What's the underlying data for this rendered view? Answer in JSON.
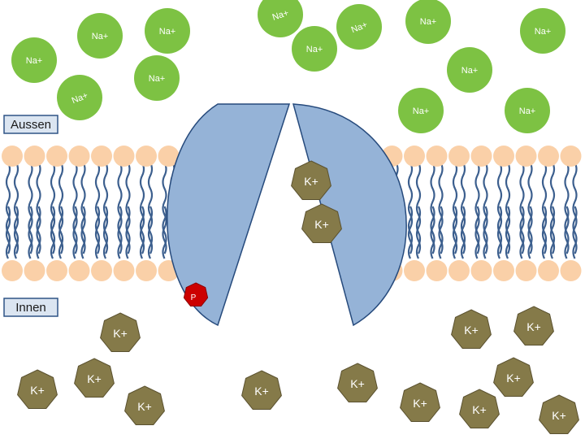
{
  "labels": {
    "outside": "Aussen",
    "inside": "Innen",
    "sodium": "Na+",
    "potassium": "K+",
    "phosphate": "P"
  },
  "colors": {
    "sodium_fill": "#7dc243",
    "potassium_fill": "#857a49",
    "potassium_stroke": "#5b5230",
    "phospholipid_head": "#fad0a8",
    "lipid_tail": "#3c5f8e",
    "pump_fill": "#95b3d7",
    "pump_stroke": "#264a7c",
    "phosphate_fill": "#cc0000",
    "label_box_fill": "#dbe5f1",
    "label_box_stroke": "#2e5486"
  },
  "icons": {
    "sodium_ion": "green-circle",
    "potassium_ion": "brown-heptagon",
    "phosphate": "red-heptagon",
    "pump": "split-semicircle"
  }
}
